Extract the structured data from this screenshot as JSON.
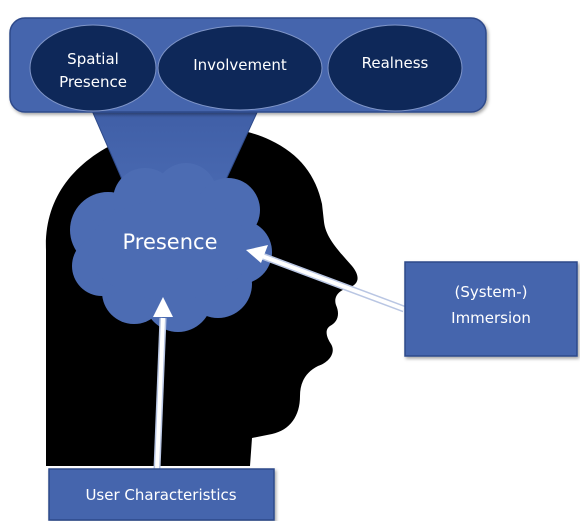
{
  "top_panel": {
    "items": [
      {
        "lines": [
          "Spatial",
          "Presence"
        ]
      },
      {
        "lines": [
          "Involvement"
        ]
      },
      {
        "lines": [
          "Realness"
        ]
      }
    ]
  },
  "center": {
    "label": "Presence"
  },
  "right_box": {
    "lines": [
      "(System-)",
      "Immersion"
    ]
  },
  "bottom_box": {
    "label": "User Characteristics"
  },
  "colors": {
    "panel_fill": "#4565ad",
    "panel_stroke": "#2e4a8a",
    "ellipse_fill": "#0e2859",
    "head_fill": "#000000",
    "cloud_fill": "#4c6cb3",
    "arrow_fill": "#ffffff"
  }
}
